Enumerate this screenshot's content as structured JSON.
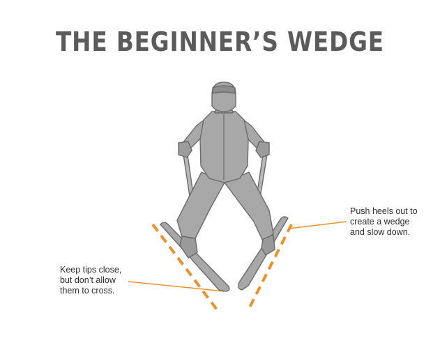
{
  "title": "THE BEGINNER’S WEDGE",
  "colors": {
    "title": "#5b5b5b",
    "figure_fill": "#a8a8a8",
    "figure_outline": "#6a6a6a",
    "guide_dashes": "#e8922e",
    "callout_text": "#2d2d2d"
  },
  "callouts": {
    "heels": {
      "lines": [
        "Push heels out to",
        "create a wedge",
        "and slow down."
      ]
    },
    "tips": {
      "lines": [
        "Keep tips close,",
        "but don’t allow",
        "them to cross."
      ]
    }
  }
}
